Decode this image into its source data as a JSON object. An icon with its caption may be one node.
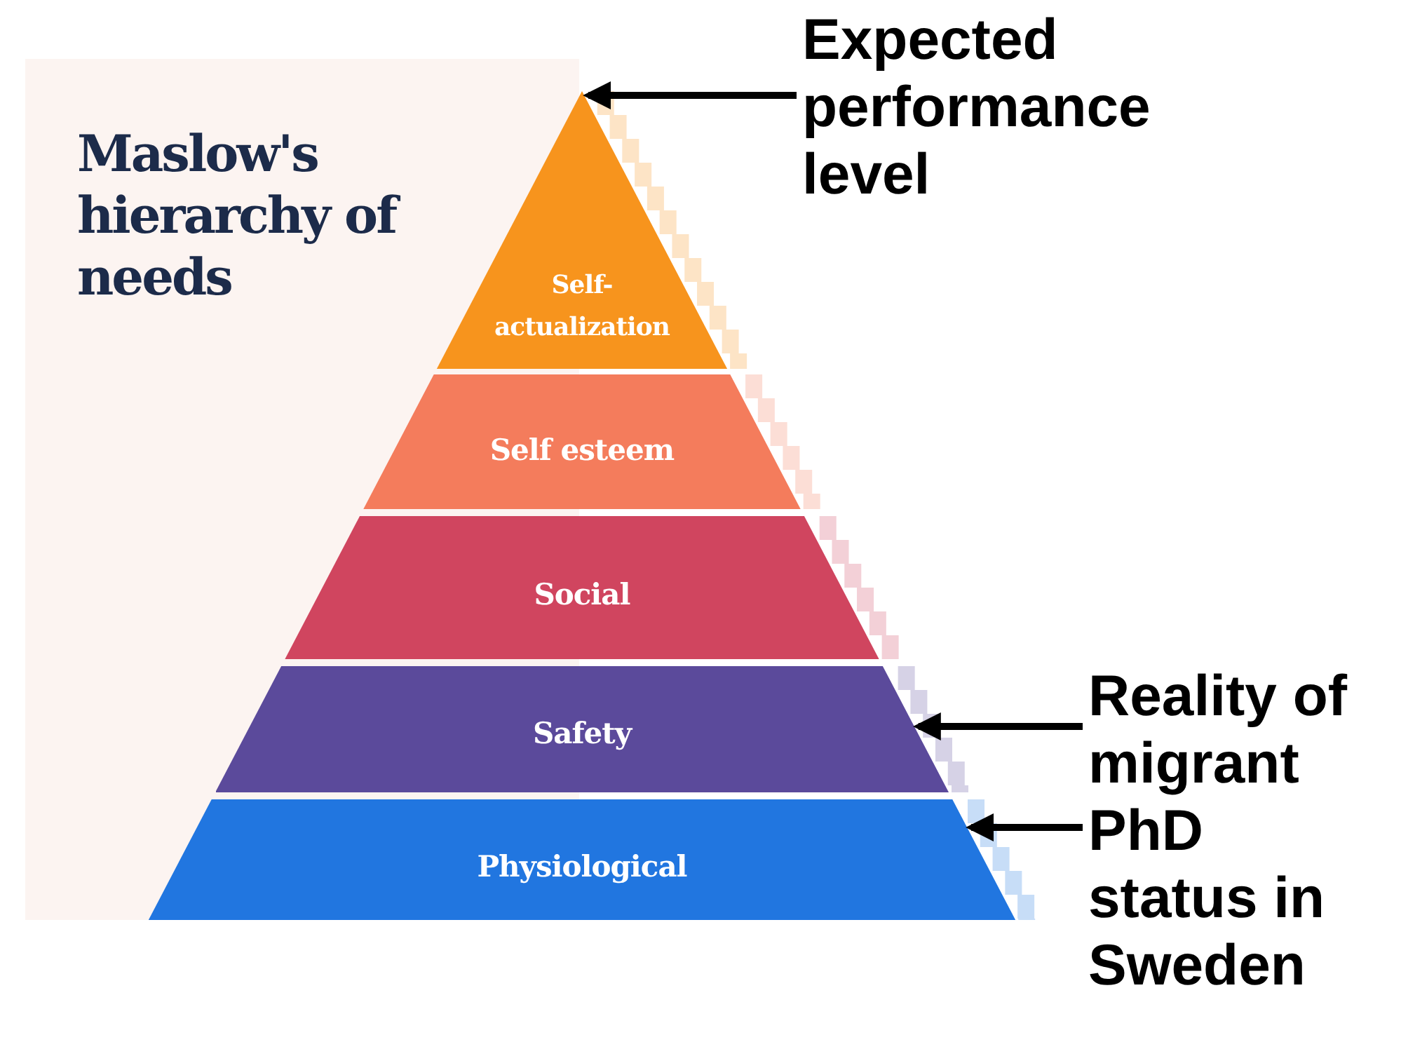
{
  "diagram": {
    "title": "Maslow's hierarchy of needs",
    "nodes": [
      {
        "text": [
          "Self-actualization"
        ]
      },
      {
        "text": [
          "Self esteem"
        ]
      },
      {
        "text": [
          "Social"
        ]
      },
      {
        "text": [
          "Safety"
        ]
      },
      {
        "text": [
          "Physiological"
        ]
      },
      {
        "text": [
          "Expected performance level"
        ]
      },
      {
        "text": [
          "Reality of migrant PhD status in Sweden"
        ]
      }
    ],
    "edges": [
      {
        "from": 5,
        "to": 0,
        "arrow": "to"
      },
      {
        "from": 6,
        "to": 3,
        "arrow": "to"
      },
      {
        "from": 6,
        "to": 4,
        "arrow": "to"
      }
    ]
  }
}
